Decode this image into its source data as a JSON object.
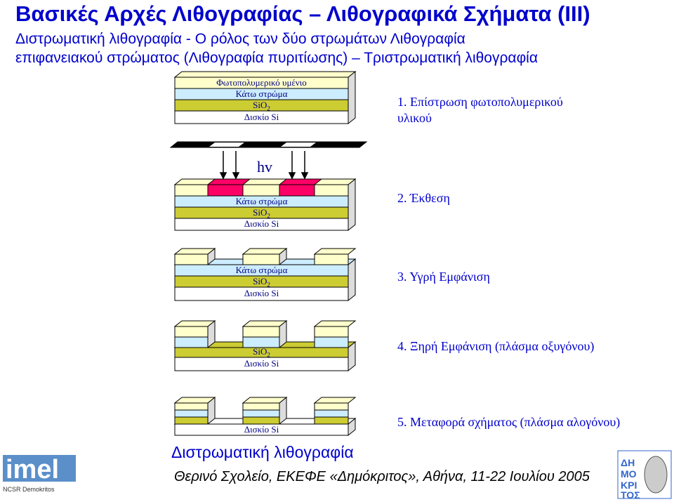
{
  "title": "Βασικές Αρχές Λιθογραφίας – Λιθογραφικά Σχήματα (ΙΙΙ)",
  "subtitle": {
    "line1": "Διστρωματική λιθογραφία - Ο ρόλος των δύο στρωμάτων  Λιθογραφία",
    "line2": "επιφανειακού στρώματος (Λιθογραφία πυριτίωσης) – Τριστρωματική λιθογραφία"
  },
  "layers": {
    "photoresist": "Φωτοπολυμερικό υμένιο",
    "under_layer": "Κάτω στρώμα",
    "sio2_main": "SiO",
    "sio2_sub": "2",
    "si_wafer": "Δισκίο Si"
  },
  "hv": "hv",
  "steps": [
    {
      "line1": "1. Επίστρωση φωτοπολυμερικού",
      "line2": "υλικού"
    },
    {
      "line1": "2. Έκθεση"
    },
    {
      "line1": "3. Υγρή Εμφάνιση"
    },
    {
      "line1": "4. Ξηρή Εμφάνιση (πλάσμα οξυγόνου)"
    },
    {
      "line1": "5. Μεταφορά σχήματος (πλάσμα αλογόνου)"
    }
  ],
  "footer": {
    "heading": "Διστρωματική λιθογραφία",
    "text": "Θερινό Σχολείο, ΕΚΕΦΕ «Δημόκριτος», Αθήνα, 11-22 Ιουλίου 2005"
  },
  "logos": {
    "imel_text": "imel",
    "imel_caption": "NCSR Demokritos",
    "demokritos_text": "ΔΗΜΟΚΡΙΤΟΣ"
  },
  "colors": {
    "title": "#0000cc",
    "photoresist": "#ffffcc",
    "under_layer": "#ccecff",
    "sio2": "#cccc33",
    "si_wafer": "#ffffff",
    "exposed": "#ff0066",
    "mask": "#000000"
  }
}
